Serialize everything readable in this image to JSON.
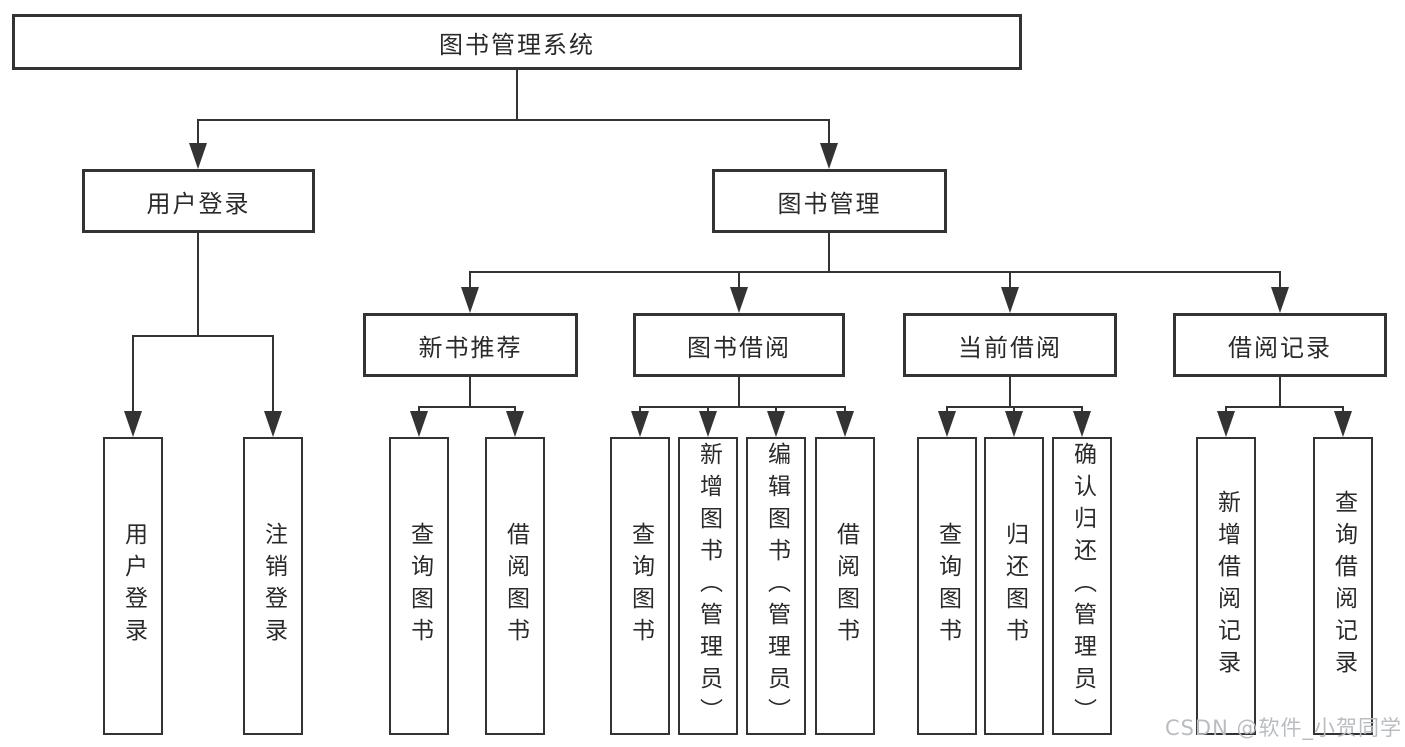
{
  "colors": {
    "line": "#333333",
    "text": "#2a2a2a",
    "background": "#ffffff",
    "watermark_text_color": "#b9bdc1"
  },
  "tree": {
    "root": {
      "label": "图书管理系统"
    },
    "children": [
      {
        "label": "用户登录",
        "children": [
          {
            "label": "用户登录"
          },
          {
            "label": "注销登录"
          }
        ]
      },
      {
        "label": "图书管理",
        "children": [
          {
            "label": "新书推荐",
            "children": [
              {
                "label": "查询图书"
              },
              {
                "label": "借阅图书"
              }
            ]
          },
          {
            "label": "图书借阅",
            "children": [
              {
                "label": "查询图书"
              },
              {
                "label": "新增图书（管理员）"
              },
              {
                "label": "编辑图书（管理员）"
              },
              {
                "label": "借阅图书"
              }
            ]
          },
          {
            "label": "当前借阅",
            "children": [
              {
                "label": "查询图书"
              },
              {
                "label": "归还图书"
              },
              {
                "label": "确认归还（管理员）"
              }
            ]
          },
          {
            "label": "借阅记录",
            "children": [
              {
                "label": "新增借阅记录"
              },
              {
                "label": "查询借阅记录"
              }
            ]
          }
        ]
      }
    ]
  },
  "watermark": "CSDN @软件_小贺同学"
}
